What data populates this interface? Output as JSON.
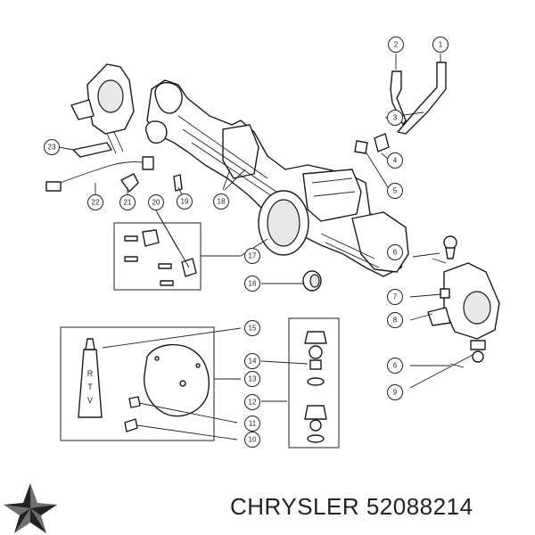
{
  "callouts": [
    {
      "id": "c1",
      "label": "1"
    },
    {
      "id": "c2",
      "label": "2"
    },
    {
      "id": "c3",
      "label": "3"
    },
    {
      "id": "c4",
      "label": "4"
    },
    {
      "id": "c5",
      "label": "5"
    },
    {
      "id": "c6a",
      "label": "6"
    },
    {
      "id": "c7",
      "label": "7"
    },
    {
      "id": "c8",
      "label": "8"
    },
    {
      "id": "c6b",
      "label": "6"
    },
    {
      "id": "c9",
      "label": "9"
    },
    {
      "id": "c10",
      "label": "10"
    },
    {
      "id": "c11",
      "label": "11"
    },
    {
      "id": "c12",
      "label": "12"
    },
    {
      "id": "c13",
      "label": "13"
    },
    {
      "id": "c14",
      "label": "14"
    },
    {
      "id": "c15",
      "label": "15"
    },
    {
      "id": "c16",
      "label": "16"
    },
    {
      "id": "c17",
      "label": "17"
    },
    {
      "id": "c18",
      "label": "18"
    },
    {
      "id": "c19",
      "label": "19"
    },
    {
      "id": "c20",
      "label": "20"
    },
    {
      "id": "c21",
      "label": "21"
    },
    {
      "id": "c22",
      "label": "22"
    },
    {
      "id": "c23",
      "label": "23"
    }
  ],
  "tube_label": "RTV",
  "brand_text": "CHRYSLER 52088214",
  "logo_icon": "chrysler-pentastar-icon",
  "colors": {
    "ink": "#222222",
    "background": "#ffffff"
  }
}
